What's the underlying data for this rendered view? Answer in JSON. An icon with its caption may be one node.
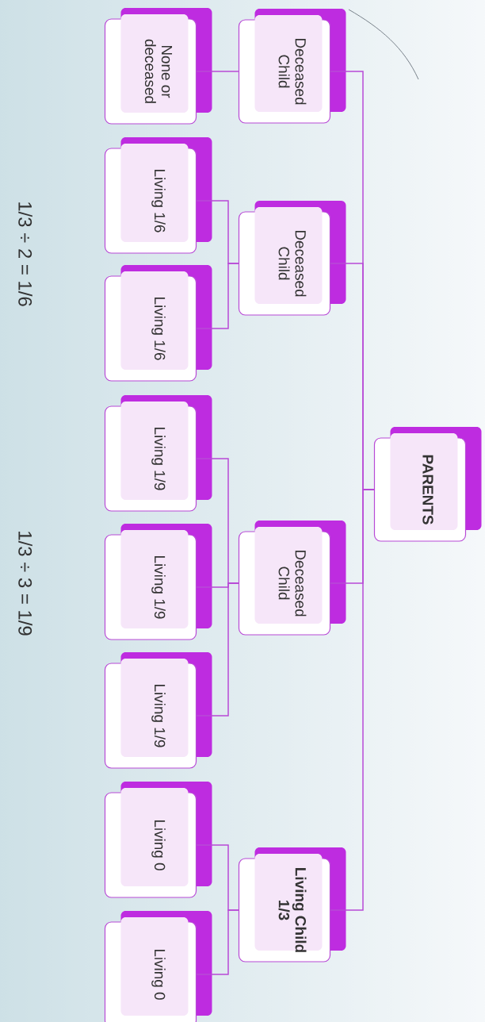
{
  "diagram": {
    "nodes": [
      {
        "text": [
          "PARENTS"
        ]
      },
      {
        "text": [
          "Deceased Child"
        ]
      },
      {
        "text": [
          "Deceased Child"
        ]
      },
      {
        "text": [
          "Deceased Child"
        ]
      },
      {
        "text": [
          "Living Child 1/3"
        ]
      },
      {
        "text": [
          "None or deceased"
        ]
      },
      {
        "text": [
          "Living 1/6"
        ]
      },
      {
        "text": [
          "Living 1/6"
        ]
      },
      {
        "text": [
          "Living 1/9"
        ]
      },
      {
        "text": [
          "Living 1/9"
        ]
      },
      {
        "text": [
          "Living 1/9"
        ]
      },
      {
        "text": [
          "Living 0"
        ]
      },
      {
        "text": [
          "Living 0"
        ]
      }
    ],
    "edges": [
      {
        "from": 0,
        "to": 1,
        "arrow": "none"
      },
      {
        "from": 0,
        "to": 2,
        "arrow": "none"
      },
      {
        "from": 0,
        "to": 3,
        "arrow": "none"
      },
      {
        "from": 0,
        "to": 4,
        "arrow": "none"
      },
      {
        "from": 1,
        "to": 5,
        "arrow": "none"
      },
      {
        "from": 2,
        "to": 6,
        "arrow": "none"
      },
      {
        "from": 2,
        "to": 7,
        "arrow": "none"
      },
      {
        "from": 3,
        "to": 8,
        "arrow": "none"
      },
      {
        "from": 3,
        "to": 9,
        "arrow": "none"
      },
      {
        "from": 3,
        "to": 10,
        "arrow": "none"
      },
      {
        "from": 4,
        "to": 11,
        "arrow": "none"
      },
      {
        "from": 4,
        "to": 12,
        "arrow": "none"
      }
    ],
    "labels": [
      "1/3 ÷ 2 = 1/6",
      "1/3 ÷ 3 = 1/9"
    ]
  }
}
